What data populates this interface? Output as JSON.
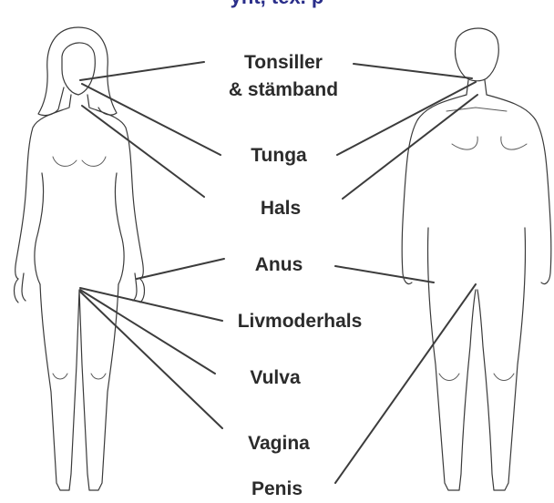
{
  "header_fragment": "ynt, tex. p",
  "labels": {
    "tonsiller_line1": "Tonsiller",
    "tonsiller_line2": "& stämband",
    "tunga": "Tunga",
    "hals": "Hals",
    "anus": "Anus",
    "livmoderhals": "Livmoderhals",
    "vulva": "Vulva",
    "vagina": "Vagina",
    "penis": "Penis"
  },
  "colors": {
    "label_text": "#2b2b2b",
    "leader_line": "#3c3c3c",
    "figure_outline": "#3a3a3a",
    "header_text": "#2a2e8a"
  }
}
